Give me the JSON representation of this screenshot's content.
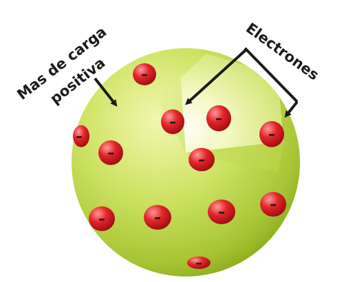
{
  "labels": {
    "positive_mass_line1": "Mas de carga",
    "positive_mass_line2": "positiva",
    "electrons": "Electrones"
  },
  "electron_sign": "–",
  "colors": {
    "sphere_light": "#f2f7b0",
    "sphere_mid": "#c5dd55",
    "sphere_dark": "#8fae1e",
    "electron_light": "#ff8a8a",
    "electron_mid": "#e4252b",
    "electron_dark": "#9c0c12",
    "text": "#1a1a1a"
  }
}
